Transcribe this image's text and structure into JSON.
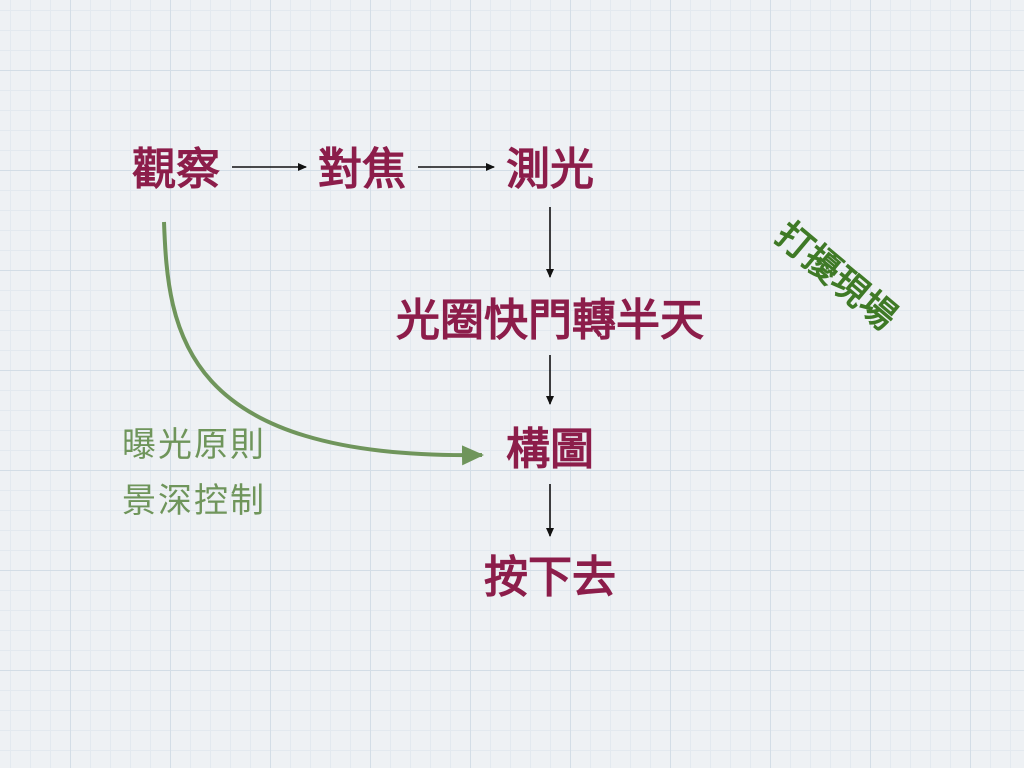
{
  "colors": {
    "step": "#8c1d4a",
    "note": "#6f955b",
    "label": "#3f7a26",
    "arrow": "#111111"
  },
  "steps": {
    "observe": "觀察",
    "focus": "對焦",
    "metering": "測光",
    "aperture_shutter": "光圈快門轉半天",
    "composition": "構圖",
    "press": "按下去"
  },
  "notes": {
    "line1": "曝光原則",
    "line2": "景深控制"
  },
  "side_label": "打擾現場"
}
